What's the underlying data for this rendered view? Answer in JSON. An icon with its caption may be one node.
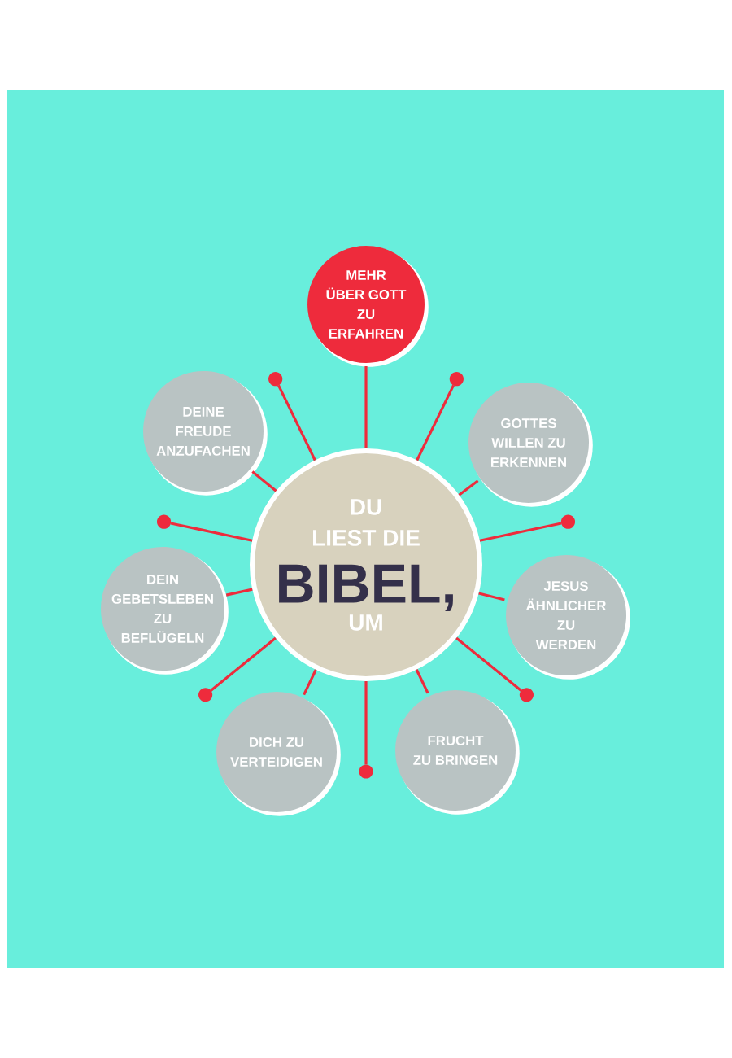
{
  "diagram": {
    "nodes": [
      {
        "text": [
          "DU LIEST DIE",
          "BIBEL,",
          "UM"
        ]
      },
      {
        "text": [
          "MEHR ÜBER GOTT ZU ERFAHREN"
        ]
      },
      {
        "text": [
          "GOTTES WILLEN ZU ERKENNEN"
        ]
      },
      {
        "text": [
          "JESUS ÄHNLICHER ZU WERDEN"
        ]
      },
      {
        "text": [
          "FRUCHT ZU BRINGEN"
        ]
      },
      {
        "text": [
          "DICH ZU VERTEIDIGEN"
        ]
      },
      {
        "text": [
          "DEIN GEBETSLEBEN ZU BEFLÜGELN"
        ]
      },
      {
        "text": [
          "DEINE FREUDE ANZUFACHEN"
        ]
      },
      {
        "text": [],
        "shape": "circle"
      },
      {
        "text": [],
        "shape": "circle"
      },
      {
        "text": [],
        "shape": "circle"
      },
      {
        "text": [],
        "shape": "circle"
      },
      {
        "text": [],
        "shape": "circle"
      },
      {
        "text": [],
        "shape": "circle"
      },
      {
        "text": [],
        "shape": "circle"
      }
    ],
    "edges": [
      {
        "from": 0,
        "to": 1,
        "arrow": "none"
      },
      {
        "from": 0,
        "to": 9,
        "arrow": "none"
      },
      {
        "from": 0,
        "to": 2,
        "arrow": "none"
      },
      {
        "from": 0,
        "to": 11,
        "arrow": "none"
      },
      {
        "from": 0,
        "to": 3,
        "arrow": "none"
      },
      {
        "from": 0,
        "to": 13,
        "arrow": "none"
      },
      {
        "from": 0,
        "to": 4,
        "arrow": "none"
      },
      {
        "from": 0,
        "to": 14,
        "arrow": "none"
      },
      {
        "from": 0,
        "to": 5,
        "arrow": "none"
      },
      {
        "from": 0,
        "to": 12,
        "arrow": "none"
      },
      {
        "from": 0,
        "to": 6,
        "arrow": "none"
      },
      {
        "from": 0,
        "to": 10,
        "arrow": "none"
      },
      {
        "from": 0,
        "to": 7,
        "arrow": "none"
      },
      {
        "from": 0,
        "to": 8,
        "arrow": "none"
      }
    ]
  }
}
